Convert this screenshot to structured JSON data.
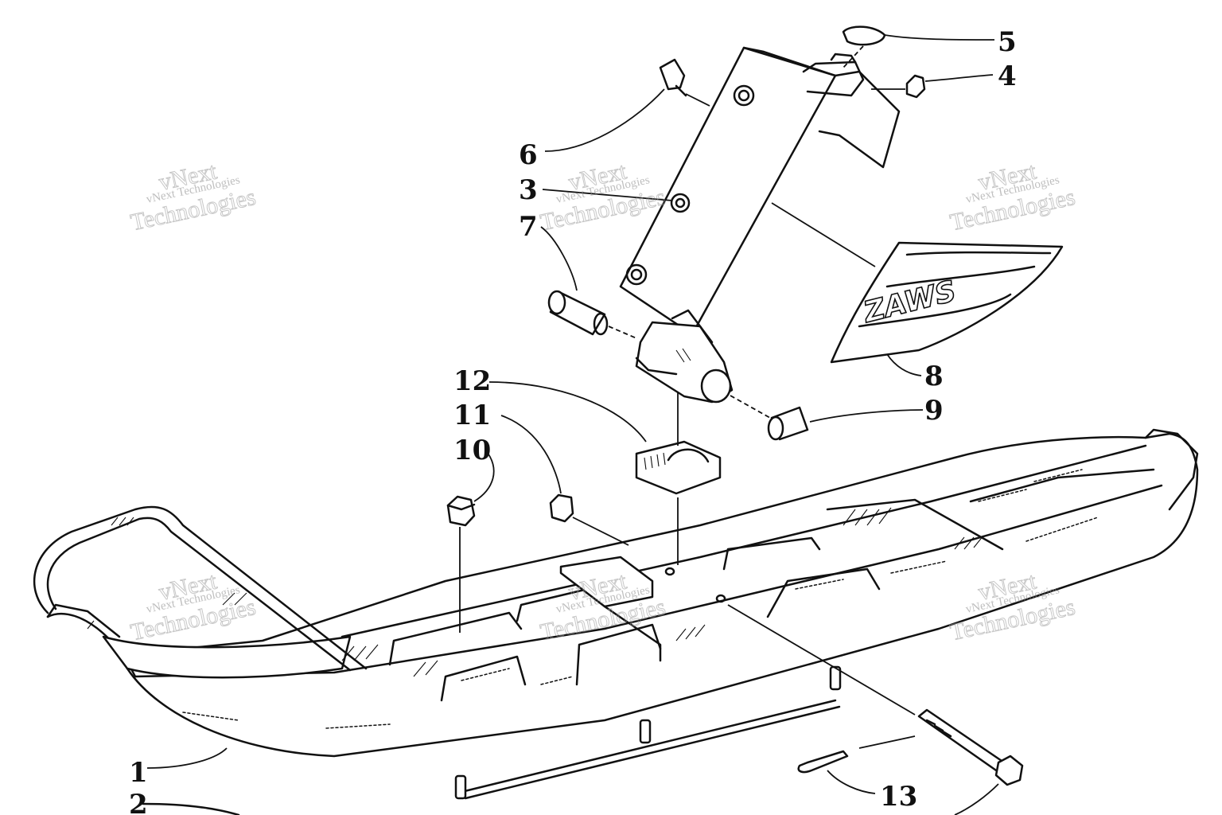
{
  "callouts": [
    {
      "id": "1",
      "label": "1"
    },
    {
      "id": "2",
      "label": "2"
    },
    {
      "id": "3",
      "label": "3"
    },
    {
      "id": "4",
      "label": "4"
    },
    {
      "id": "5",
      "label": "5"
    },
    {
      "id": "6",
      "label": "6"
    },
    {
      "id": "7",
      "label": "7"
    },
    {
      "id": "8",
      "label": "8"
    },
    {
      "id": "9",
      "label": "9"
    },
    {
      "id": "10",
      "label": "10"
    },
    {
      "id": "11",
      "label": "11"
    },
    {
      "id": "12",
      "label": "12"
    },
    {
      "id": "13",
      "label": "13"
    }
  ],
  "decal_text": "ZAWS",
  "watermark": {
    "line1": "vNext",
    "line2": "vNext Technologies",
    "line3": "Technologies"
  },
  "colors": {
    "ink": "#111111",
    "watermark": "#8a8a8a",
    "background": "#ffffff"
  }
}
